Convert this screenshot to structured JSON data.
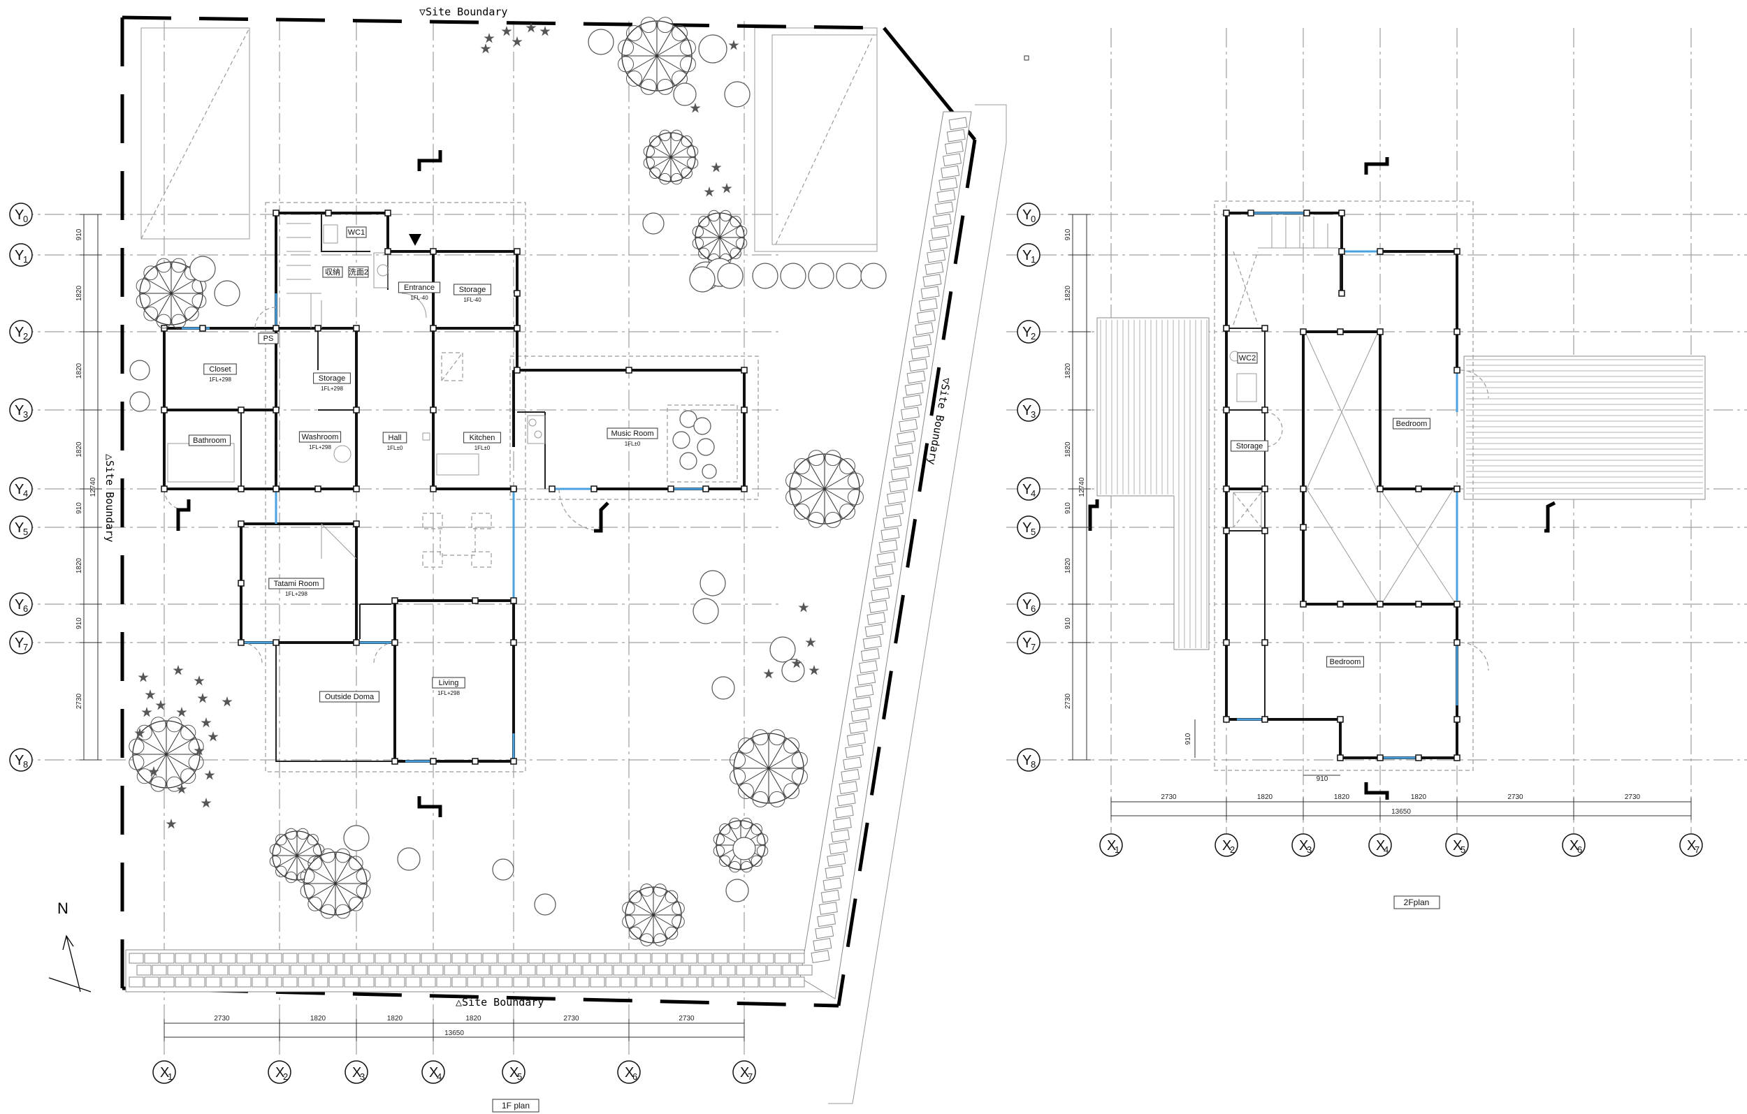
{
  "plans": {
    "first": {
      "title": "1F plan",
      "x_axes": [
        {
          "id": "X1",
          "base": "X",
          "sub": "1"
        },
        {
          "id": "X2",
          "base": "X",
          "sub": "2"
        },
        {
          "id": "X3",
          "base": "X",
          "sub": "3"
        },
        {
          "id": "X4",
          "base": "X",
          "sub": "4"
        },
        {
          "id": "X5",
          "base": "X",
          "sub": "5"
        },
        {
          "id": "X6",
          "base": "X",
          "sub": "6"
        },
        {
          "id": "X7",
          "base": "X",
          "sub": "7"
        }
      ],
      "y_axes": [
        {
          "id": "Y0",
          "base": "Y",
          "sub": "0"
        },
        {
          "id": "Y1",
          "base": "Y",
          "sub": "1"
        },
        {
          "id": "Y2",
          "base": "Y",
          "sub": "2"
        },
        {
          "id": "Y3",
          "base": "Y",
          "sub": "3"
        },
        {
          "id": "Y4",
          "base": "Y",
          "sub": "4"
        },
        {
          "id": "Y5",
          "base": "Y",
          "sub": "5"
        },
        {
          "id": "Y6",
          "base": "Y",
          "sub": "6"
        },
        {
          "id": "Y7",
          "base": "Y",
          "sub": "7"
        },
        {
          "id": "Y8",
          "base": "Y",
          "sub": "8"
        }
      ],
      "x_dims": [
        "2730",
        "1820",
        "1820",
        "1820",
        "2730",
        "2730"
      ],
      "x_total": "13650",
      "y_dims": [
        "910",
        "1820",
        "1820",
        "1820",
        "910",
        "1820",
        "910",
        "2730"
      ],
      "y_total": "12740",
      "site_labels": {
        "top": "▽Site Boundary",
        "bottom": "△Site Boundary",
        "left": "△Site Boundary",
        "right": "▽Site Boundary"
      },
      "north": "N",
      "rooms": [
        {
          "name": "WC1",
          "level": ""
        },
        {
          "name": "収納",
          "level": ""
        },
        {
          "name": "洗面2",
          "level": ""
        },
        {
          "name": "Entrance",
          "level": "1FL-40"
        },
        {
          "name": "Storage",
          "level": "1FL-40"
        },
        {
          "name": "Closet",
          "level": "1FL+298"
        },
        {
          "name": "PS",
          "level": ""
        },
        {
          "name": "Storage",
          "level": "1FL+298"
        },
        {
          "name": "Bathroom",
          "level": ""
        },
        {
          "name": "Washroom",
          "level": "1FL+298"
        },
        {
          "name": "Hall",
          "level": "1FL±0"
        },
        {
          "name": "Kitchen",
          "level": "1FL±0"
        },
        {
          "name": "Music Room",
          "level": "1FL±0"
        },
        {
          "name": "Tatami Room",
          "level": "1FL+298"
        },
        {
          "name": "Outside Doma",
          "level": ""
        },
        {
          "name": "Living",
          "level": "1FL+298"
        }
      ]
    },
    "second": {
      "title": "2Fplan",
      "x_axes": [
        {
          "id": "X1",
          "base": "X",
          "sub": "1"
        },
        {
          "id": "X2",
          "base": "X",
          "sub": "2"
        },
        {
          "id": "X3",
          "base": "X",
          "sub": "3"
        },
        {
          "id": "X4",
          "base": "X",
          "sub": "4"
        },
        {
          "id": "X5",
          "base": "X",
          "sub": "5"
        },
        {
          "id": "X6",
          "base": "X",
          "sub": "6"
        },
        {
          "id": "X7",
          "base": "X",
          "sub": "7"
        }
      ],
      "y_axes": [
        {
          "id": "Y0",
          "base": "Y",
          "sub": "0"
        },
        {
          "id": "Y1",
          "base": "Y",
          "sub": "1"
        },
        {
          "id": "Y2",
          "base": "Y",
          "sub": "2"
        },
        {
          "id": "Y3",
          "base": "Y",
          "sub": "3"
        },
        {
          "id": "Y4",
          "base": "Y",
          "sub": "4"
        },
        {
          "id": "Y5",
          "base": "Y",
          "sub": "5"
        },
        {
          "id": "Y6",
          "base": "Y",
          "sub": "6"
        },
        {
          "id": "Y7",
          "base": "Y",
          "sub": "7"
        },
        {
          "id": "Y8",
          "base": "Y",
          "sub": "8"
        }
      ],
      "x_dims": [
        "2730",
        "1820",
        "1820",
        "1820",
        "2730",
        "2730"
      ],
      "x_total": "13650",
      "y_dims": [
        "910",
        "1820",
        "1820",
        "1820",
        "910",
        "1820",
        "910",
        "2730"
      ],
      "y_total": "12740",
      "extra_dims": [
        "910",
        "910"
      ],
      "rooms": [
        {
          "name": "WC2",
          "level": ""
        },
        {
          "name": "Storage",
          "level": ""
        },
        {
          "name": "Bedroom",
          "level": ""
        },
        {
          "name": "Bedroom",
          "level": ""
        }
      ]
    }
  }
}
